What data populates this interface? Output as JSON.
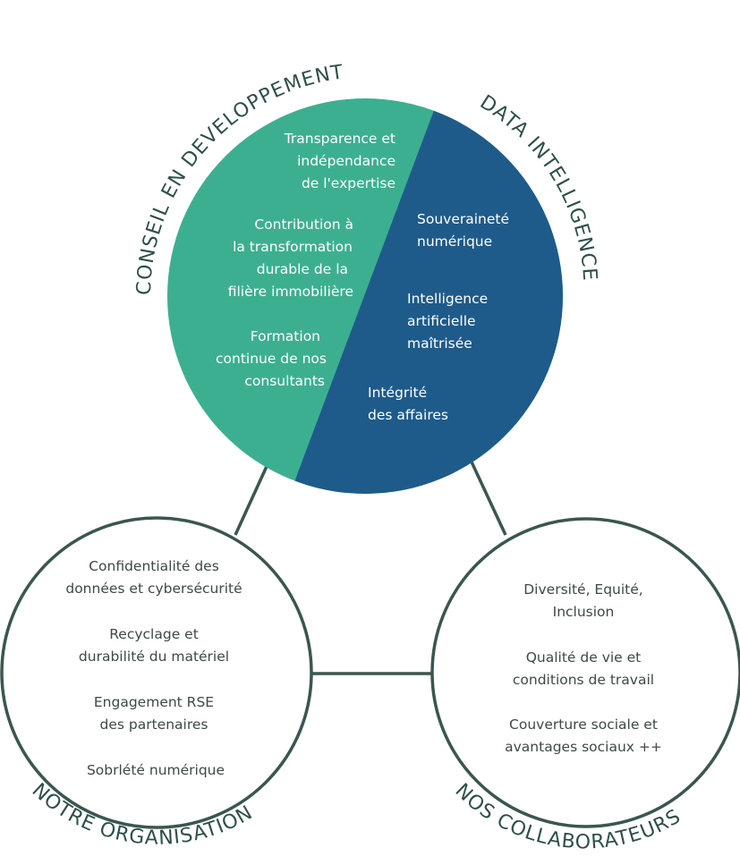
{
  "colors": {
    "teal": "#3daf91",
    "blue": "#1e5b8a",
    "outline": "#3a5650",
    "label": "#2f4f4a",
    "body_text": "#3c4a47"
  },
  "top_circle": {
    "left_section": {
      "title": "CONSEIL EN DEVELOPPEMENT",
      "items": [
        [
          "Transparence et",
          "indépendance",
          "de l'expertise"
        ],
        [
          "Contribution à",
          "la transformation",
          "durable de la",
          "filière immobilière"
        ],
        [
          "Formation",
          "continue de nos",
          "consultants"
        ]
      ]
    },
    "right_section": {
      "title": "DATA INTELLIGENCE",
      "items": [
        [
          "Souveraineté",
          "numérique"
        ],
        [
          "Intelligence",
          "artificielle",
          "maîtrisée"
        ],
        [
          "Intégrité",
          "des affaires"
        ]
      ]
    }
  },
  "left_circle": {
    "title": "NOTRE ORGANISATION",
    "items": [
      [
        "Confidentialité des",
        "données et cybersécurité"
      ],
      [
        "Recyclage et",
        "durabilité du matériel"
      ],
      [
        "Engagement RSE",
        "des partenaires"
      ],
      [
        "Sobrlété numérique"
      ]
    ]
  },
  "right_circle": {
    "title": "NOS COLLABORATEURS",
    "items": [
      [
        "Diversité, Equité,",
        "Inclusion"
      ],
      [
        "Qualité de vie et",
        "conditions de travail"
      ],
      [
        "Couverture sociale et",
        "avantages sociaux ++"
      ]
    ]
  }
}
